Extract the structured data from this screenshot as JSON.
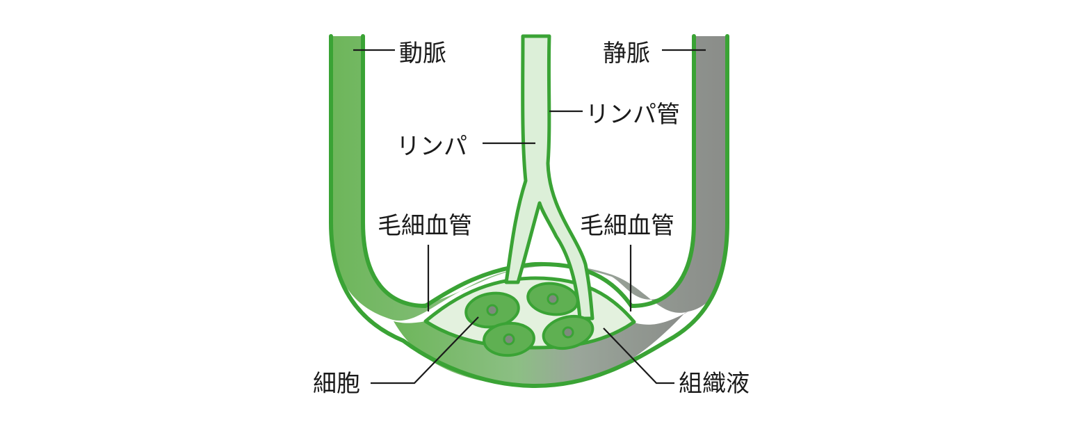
{
  "labels": {
    "artery": "動脈",
    "vein": "静脈",
    "lymph_vessel": "リンパ管",
    "lymph": "リンパ",
    "capillary_left": "毛細血管",
    "capillary_right": "毛細血管",
    "cell": "細胞",
    "tissue_fluid": "組織液"
  },
  "colors": {
    "outline": "#3aa335",
    "artery_fill": "#6db65a",
    "vein_fill": "#8a8c89",
    "lymph_fill": "#dcefd8",
    "fluid_fill": "#e3f1de",
    "cell_fill": "#5fb052",
    "nucleus_fill": "#7d8a7c"
  }
}
